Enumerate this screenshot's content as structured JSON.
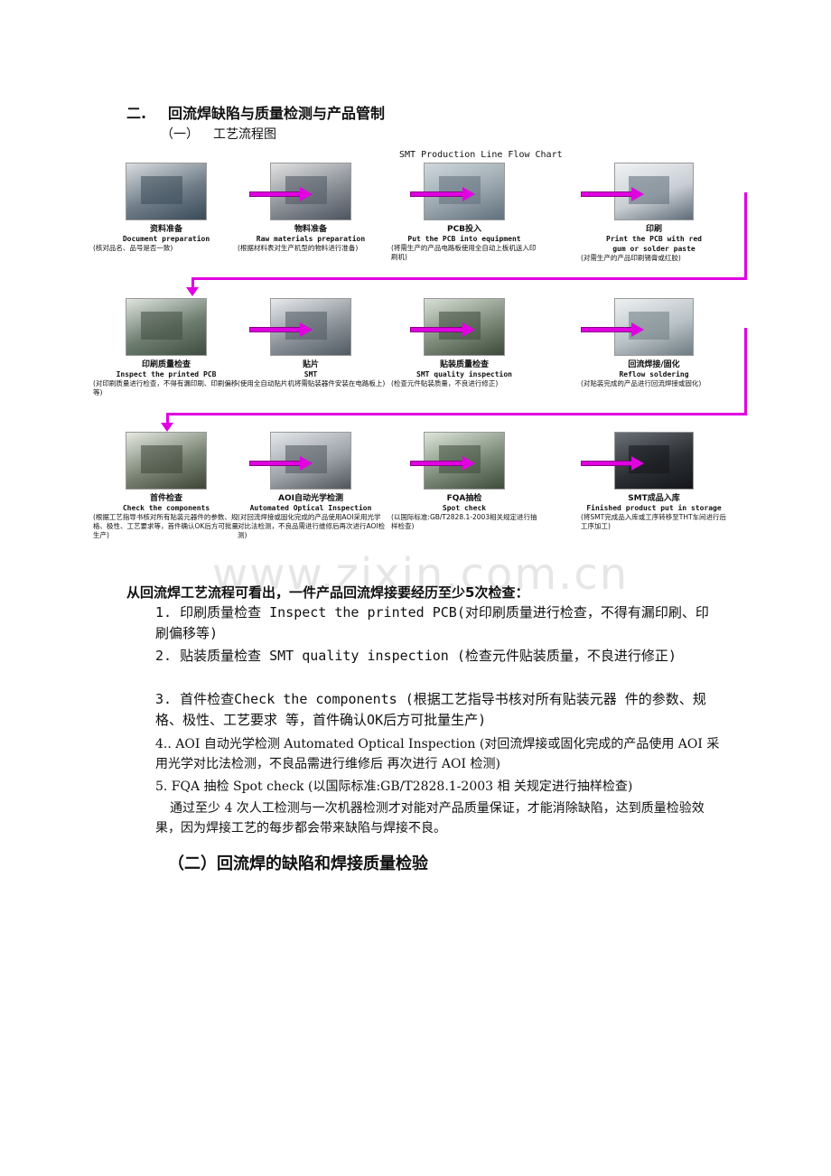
{
  "heading": {
    "number": "二.",
    "title": "回流焊缺陷与质量检测与产品管制"
  },
  "subheading": {
    "number": "（一）",
    "title": "工艺流程图"
  },
  "flowchart": {
    "title": "SMT Production Line Flow Chart",
    "arrow_color": "#e000e0",
    "steps": [
      {
        "cn": "资料准备",
        "en": "Document preparation",
        "en2": "",
        "desc": "(核对品名、品号是否一致)"
      },
      {
        "cn": "物料准备",
        "en": "Raw materials preparation",
        "en2": "",
        "desc": "(根据材料表对生产机型的物料进行准备)"
      },
      {
        "cn": "PCB投入",
        "en": "Put the PCB into equipment",
        "en2": "",
        "desc": "(将需生产的产品电路板使用全自动上板机送入印刷机)"
      },
      {
        "cn": "印刷",
        "en": "Print the PCB with red",
        "en2": "gum or solder paste",
        "desc": "(对需生产的产品印刷锡膏或红胶)"
      },
      {
        "cn": "印刷质量检查",
        "en": "Inspect the printed PCB",
        "en2": "",
        "desc": "(对印刷质量进行检查，不得有漏印刷、印刷偏移等)"
      },
      {
        "cn": "贴片",
        "en": "SMT",
        "en2": "",
        "desc": "(使用全自动贴片机将需贴装器件安装在电路板上)"
      },
      {
        "cn": "贴装质量检查",
        "en": "SMT quality inspection",
        "en2": "",
        "desc": "(检查元件贴装质量，不良进行修正)"
      },
      {
        "cn": "回流焊接/固化",
        "en": "Reflow soldering",
        "en2": "",
        "desc": "(对贴装完成的产品进行回流焊接或固化)"
      },
      {
        "cn": "首件检查",
        "en": "Check the components",
        "en2": "",
        "desc": "(根据工艺指导书核对所有贴装元器件的参数、规格、极性、工艺要求等，首件确认OK后方可批量生产)"
      },
      {
        "cn": "AOI自动光学检测",
        "en": "Automated Optical Inspection",
        "en2": "",
        "desc": "(对回流焊接或固化完成的产品使用AOI采用光学对比法检测，不良品需进行维修后再次进行AOI检测)"
      },
      {
        "cn": "FQA抽检",
        "en": "Spot check",
        "en2": "",
        "desc": "(以国际标准:GB/T2828.1-2003相关规定进行抽样检查)"
      },
      {
        "cn": "SMT成品入库",
        "en": "Finished product put in storage",
        "en2": "",
        "desc": "(将SMT完成品入库或工序转移至THT车间进行后工序加工)"
      }
    ]
  },
  "watermark": "www.zixin.com.cn",
  "intro": "从回流焊工艺流程可看出，一件产品回流焊接要经历至少5次检查：",
  "items": [
    "1. 印刷质量检查 Inspect the printed PCB(对印刷质量进行检查，不得有漏印刷、印刷偏移等)",
    "2. 贴装质量检查 SMT quality inspection (检查元件贴装质量，不良进行修正)",
    "3. 首件检查Check the components (根据工艺指导书核对所有贴装元器 件的参数、规格、极性、工艺要求 等，首件确认OK后方可批量生产)",
    "4.. AOI 自动光学检测  Automated Optical Inspection (对回流焊接或固化完成的产品使用 AOI 采  用光学对比法检测，不良品需进行维修后  再次进行 AOI 检测)",
    "5. FQA 抽检  Spot check (以国际标准:GB/T2828.1-2003 相  关规定进行抽样检查)"
  ],
  "summary": "通过至少 4 次人工检测与一次机器检测才对能对产品质量保证，才能消除缺陷，达到质量检验效果，因为焊接工艺的每步都会带来缺陷与焊接不良。",
  "subheading2": "（二）回流焊的缺陷和焊接质量检验"
}
